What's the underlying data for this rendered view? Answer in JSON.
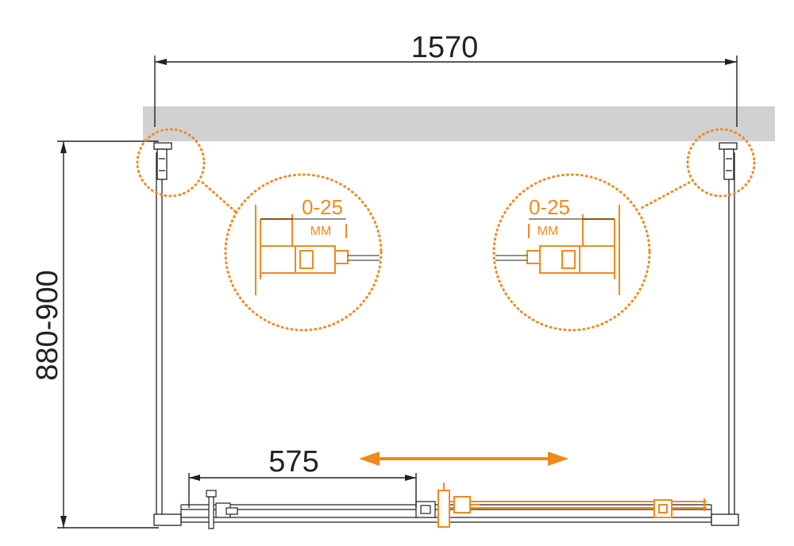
{
  "dimensions": {
    "width": "1570",
    "depth": "880-900",
    "door_opening": "575"
  },
  "detail_left": {
    "range": "0-25",
    "unit": "MM"
  },
  "detail_right": {
    "range": "0-25",
    "unit": "MM"
  },
  "colors": {
    "accent": "#F08A1C",
    "line": "#222222",
    "wall": "#D1D1D3"
  }
}
